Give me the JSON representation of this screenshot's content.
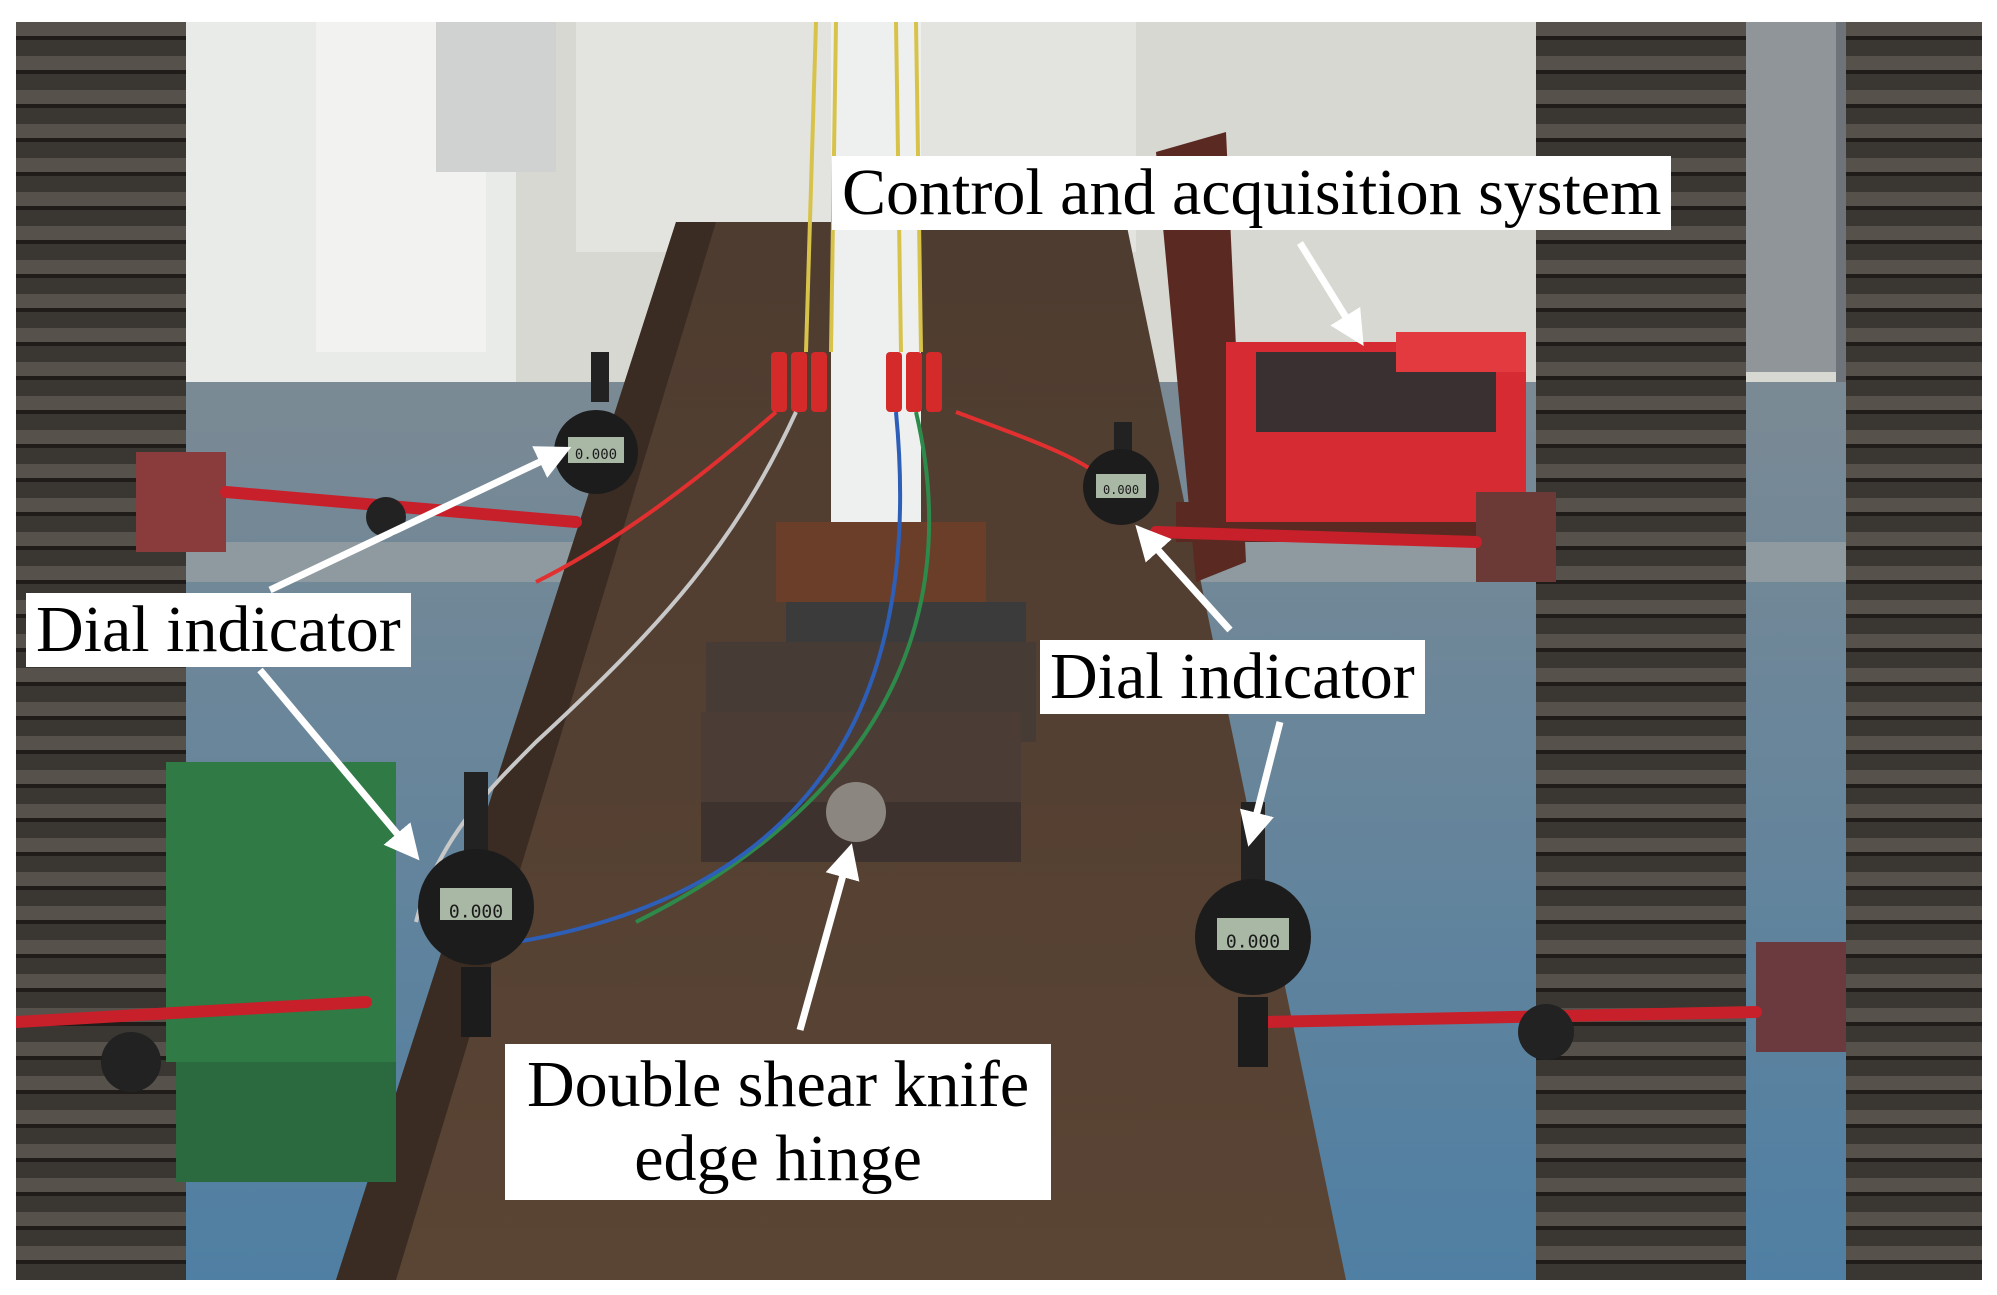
{
  "labels": {
    "control_system": "Control and acquisition system",
    "dial_indicator_left": "Dial indicator",
    "dial_indicator_right": "Dial indicator",
    "hinge_line1": "Double shear knife",
    "hinge_line2": "edge hinge"
  },
  "dial_readouts": [
    "0.000",
    "0.000",
    "0.000",
    "0.000"
  ]
}
